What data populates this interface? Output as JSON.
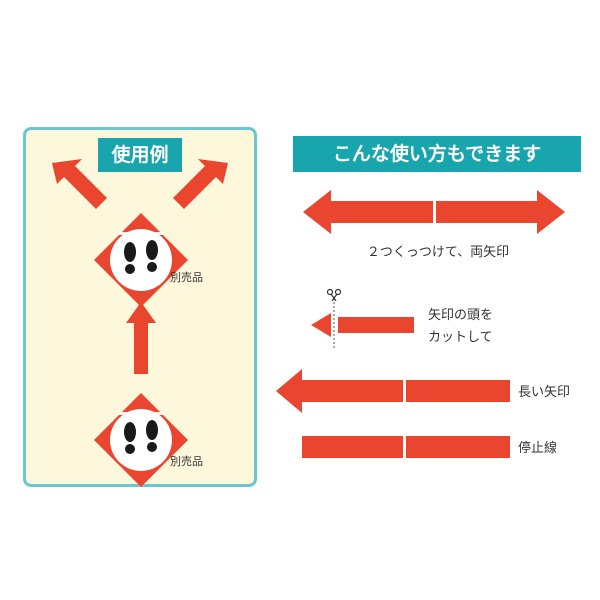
{
  "example": {
    "title": "使用例"
  },
  "usage": {
    "title": "こんな使い方もできます",
    "both_caption": "２つくっつけて、両矢印",
    "cut_caption_line1": "矢印の頭を",
    "cut_caption_line2": "カットして",
    "long_caption": "長い矢印",
    "stop_caption": "停止線"
  },
  "sticker": {
    "sold_separately": "別売品"
  },
  "icons": {
    "cut": "scissors-icon",
    "footprint": "footprints-icon"
  },
  "colors": {
    "arrow": "#e9452f",
    "teal": "#19a5ae",
    "panel_bg": "#fdf7dc",
    "panel_border": "#6cc6cf"
  }
}
